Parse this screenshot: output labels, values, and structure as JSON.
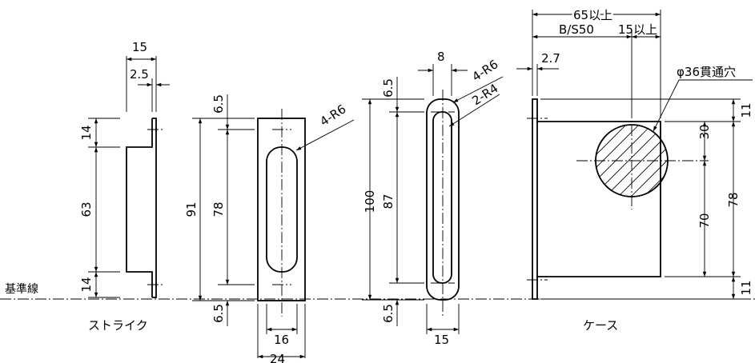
{
  "views": {
    "strike": {
      "name": "ストライク",
      "dims": {
        "width_total": "15",
        "plate_thickness": "2.5",
        "top_step": "14",
        "recess": "63",
        "bottom_step": "14"
      }
    },
    "strike_front": {
      "dims": {
        "top_margin": "6.5",
        "height_overall": "91",
        "slot_pitch": "78",
        "bottom_margin": "6.5",
        "slot_width": "16",
        "plate_width": "24",
        "corner_radius": "4-R6"
      }
    },
    "front_plate": {
      "dims": {
        "slot_width": "8",
        "outer_radius": "4-R6",
        "inner_radius": "2-R4",
        "top_margin": "6.5",
        "height_overall": "100",
        "slot_pitch": "87",
        "bottom_margin": "6.5",
        "plate_width": "15"
      }
    },
    "case": {
      "name": "ケース",
      "dims": {
        "depth_total": "65以上",
        "backset": "B/S50",
        "rear": "15以上",
        "face_thickness": "2.7",
        "hole": "φ36貫通穴",
        "top_to_hole": "30",
        "hole_to_base": "70",
        "height": "78",
        "top_offset": "11",
        "bottom_offset": "11"
      }
    }
  },
  "baseline_label": "基準線"
}
